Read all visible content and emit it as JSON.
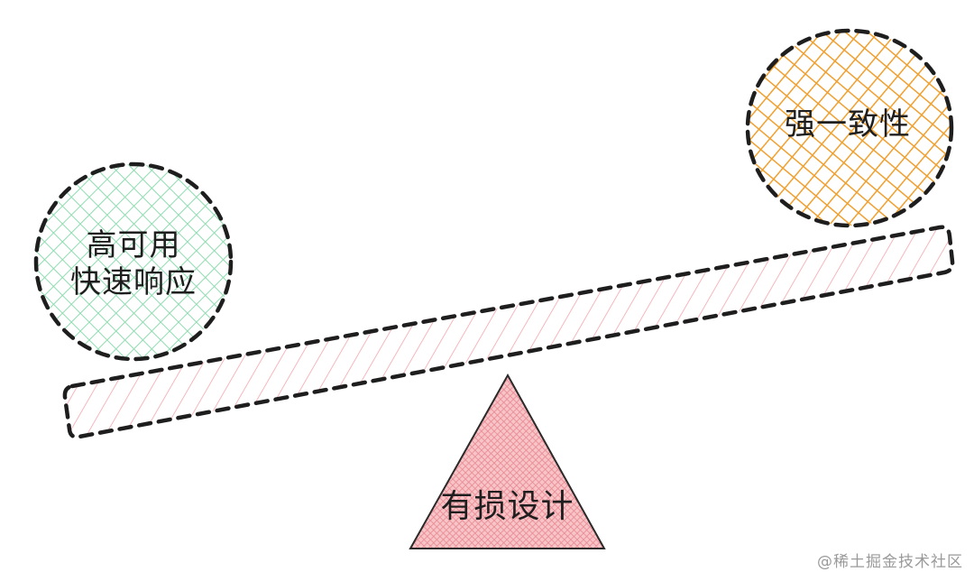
{
  "diagram": {
    "type": "seesaw-balance",
    "left_weight": {
      "shape": "circle",
      "fill_color": "#8fdcb0",
      "lines": [
        "高可用",
        "快速响应"
      ]
    },
    "right_weight": {
      "shape": "circle",
      "fill_color": "#f0a030",
      "label": "强一致性"
    },
    "plank": {
      "shape": "tilted-rectangle",
      "fill_color": "#f4a0a8",
      "tilt": "left-down"
    },
    "fulcrum": {
      "shape": "triangle",
      "fill_color": "#ee9aa0",
      "label": "有损设计"
    },
    "outline_color": "#1e1e1e"
  },
  "watermark": "@稀土掘金技术社区"
}
